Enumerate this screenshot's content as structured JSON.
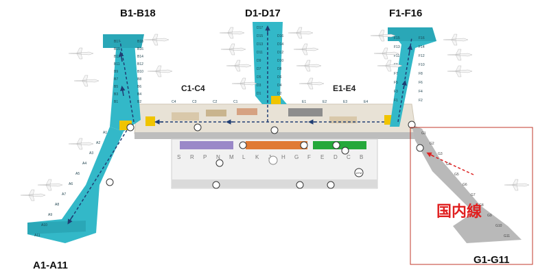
{
  "map": {
    "pier_labels": {
      "b": "B1-B18",
      "d": "D1-D17",
      "f": "F1-F16",
      "c": "C1-C4",
      "e": "E1-E4",
      "a": "A1-A11",
      "g": "G1-G11"
    },
    "domestic_label": "国内線",
    "colors": {
      "international_pier": "#33b8c8",
      "domestic_pier": "#b9b9b9",
      "terminal": "#e8e2d6",
      "route_arrow": "#1f3d73",
      "highlight_box": "#c0392b",
      "domestic_text": "#e02020"
    },
    "gates": {
      "a": [
        "A1",
        "A2",
        "A3",
        "A4",
        "A5",
        "A6",
        "A7",
        "A8",
        "A9",
        "A10",
        "A11"
      ],
      "b": [
        "B1",
        "B2",
        "B3",
        "B4",
        "B5",
        "B6",
        "B7",
        "B8",
        "B9",
        "B10",
        "B11",
        "B12",
        "B13",
        "B14",
        "B15",
        "B16",
        "B17",
        "B18"
      ],
      "c": [
        "C1",
        "C2",
        "C3",
        "C4"
      ],
      "d": [
        "D1",
        "D2",
        "D3",
        "D4",
        "D5",
        "D6",
        "D7",
        "D8",
        "D9",
        "D10",
        "D11",
        "D12",
        "D13",
        "D14",
        "D15",
        "D16",
        "D17"
      ],
      "e": [
        "E1",
        "E2",
        "E3",
        "E4"
      ],
      "f": [
        "F1",
        "F2",
        "F3",
        "F4",
        "F5",
        "F6",
        "F7",
        "F8",
        "F9",
        "F10",
        "F11",
        "F12",
        "F13",
        "F14",
        "F15",
        "F16"
      ],
      "g": [
        "G1",
        "G2",
        "G3",
        "G4",
        "G5",
        "G6",
        "G7",
        "G8",
        "G9",
        "G10",
        "G11"
      ]
    },
    "checkin_counters": [
      "S",
      "R",
      "P",
      "N",
      "M",
      "L",
      "K",
      "J",
      "H",
      "G",
      "F",
      "E",
      "D",
      "C",
      "B"
    ],
    "icons": [
      "information-icon",
      "escalator-icon",
      "lounge-icon",
      "restroom-icon",
      "atm-icon",
      "currency-exchange-icon",
      "baggage-icon"
    ],
    "atm_label": "ATM"
  }
}
